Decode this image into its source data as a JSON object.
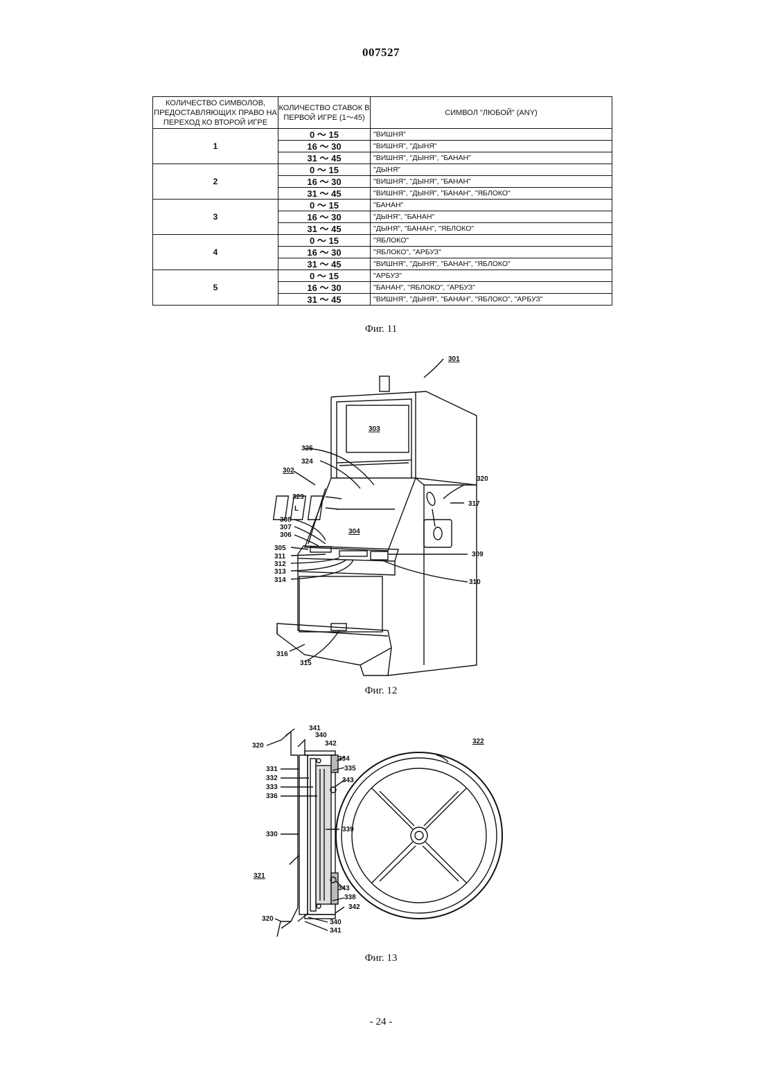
{
  "document_number": "007527",
  "table": {
    "headers": [
      "КОЛИЧЕСТВО СИМВОЛОВ, ПРЕДОСТАВЛЯЮЩИХ ПРАВО НА ПЕРЕХОД КО ВТОРОЙ ИГРЕ",
      "КОЛИЧЕСТВО СТАВОК В ПЕРВОЙ ИГРЕ (1～45)",
      "СИМВОЛ \"ЛЮБОЙ\" (ANY)"
    ],
    "groups": [
      {
        "count": "1",
        "rows": [
          {
            "range": "0 ～ 15",
            "symbols": "\"ВИШНЯ\""
          },
          {
            "range": "16 ～ 30",
            "symbols": "\"ВИШНЯ\", \"ДЫНЯ\""
          },
          {
            "range": "31 ～ 45",
            "symbols": "\"ВИШНЯ\", \"ДЫНЯ\", \"БАНАН\""
          }
        ]
      },
      {
        "count": "2",
        "rows": [
          {
            "range": "0 ～ 15",
            "symbols": "\"ДЫНЯ\""
          },
          {
            "range": "16 ～ 30",
            "symbols": "\"ВИШНЯ\", \"ДЫНЯ\", \"БАНАН\""
          },
          {
            "range": "31 ～ 45",
            "symbols": "\"ВИШНЯ\", \"ДЫНЯ\", \"БАНАН\", \"ЯБЛОКО\""
          }
        ]
      },
      {
        "count": "3",
        "rows": [
          {
            "range": "0 ～ 15",
            "symbols": "\"БАНАН\""
          },
          {
            "range": "16 ～ 30",
            "symbols": "\"ДЫНЯ\", \"БАНАН\""
          },
          {
            "range": "31 ～ 45",
            "symbols": "\"ДЫНЯ\", \"БАНАН\", \"ЯБЛОКО\""
          }
        ]
      },
      {
        "count": "4",
        "rows": [
          {
            "range": "0 ～ 15",
            "symbols": "\"ЯБЛОКО\""
          },
          {
            "range": "16 ～ 30",
            "symbols": "\"ЯБЛОКО\", \"АРБУЗ\""
          },
          {
            "range": "31 ～ 45",
            "symbols": "\"ВИШНЯ\", \"ДЫНЯ\", \"БАНАН\", \"ЯБЛОКО\""
          }
        ]
      },
      {
        "count": "5",
        "rows": [
          {
            "range": "0 ～ 15",
            "symbols": "\"АРБУЗ\""
          },
          {
            "range": "16 ～ 30",
            "symbols": "\"БАНАН\", \"ЯБЛОКО\", \"АРБУЗ\""
          },
          {
            "range": "31 ～ 45",
            "symbols": "\"ВИШНЯ\", \"ДЫНЯ\", \"БАНАН\", \"ЯБЛОКО\", \"АРБУЗ\""
          }
        ]
      }
    ]
  },
  "captions": {
    "fig11": "Фиг. 11",
    "fig12": "Фиг. 12",
    "fig13": "Фиг. 13"
  },
  "fig12_labels": {
    "l301": "301",
    "l302": "302",
    "l303": "303",
    "l304": "304",
    "l305": "305",
    "l306": "306",
    "l307": "307",
    "l308": "308",
    "l309": "309",
    "l310": "310",
    "l311": "311",
    "l312": "312",
    "l313": "313",
    "l314": "314",
    "l315": "315",
    "l316": "316",
    "l317": "317",
    "l320": "320",
    "l323": "323",
    "l324": "324",
    "l325": "325",
    "lL": "L"
  },
  "fig13_labels": {
    "l320a": "320",
    "l320b": "320",
    "l321": "321",
    "l322": "322",
    "l330": "330",
    "l331": "331",
    "l332": "332",
    "l333": "333",
    "l334": "334",
    "l335": "335",
    "l336": "336",
    "l338": "338",
    "l339": "339",
    "l340a": "340",
    "l340b": "340",
    "l341a": "341",
    "l341b": "341",
    "l342a": "342",
    "l342b": "342",
    "l343a": "343",
    "l343b": "343"
  },
  "page_number": "- 24 -"
}
